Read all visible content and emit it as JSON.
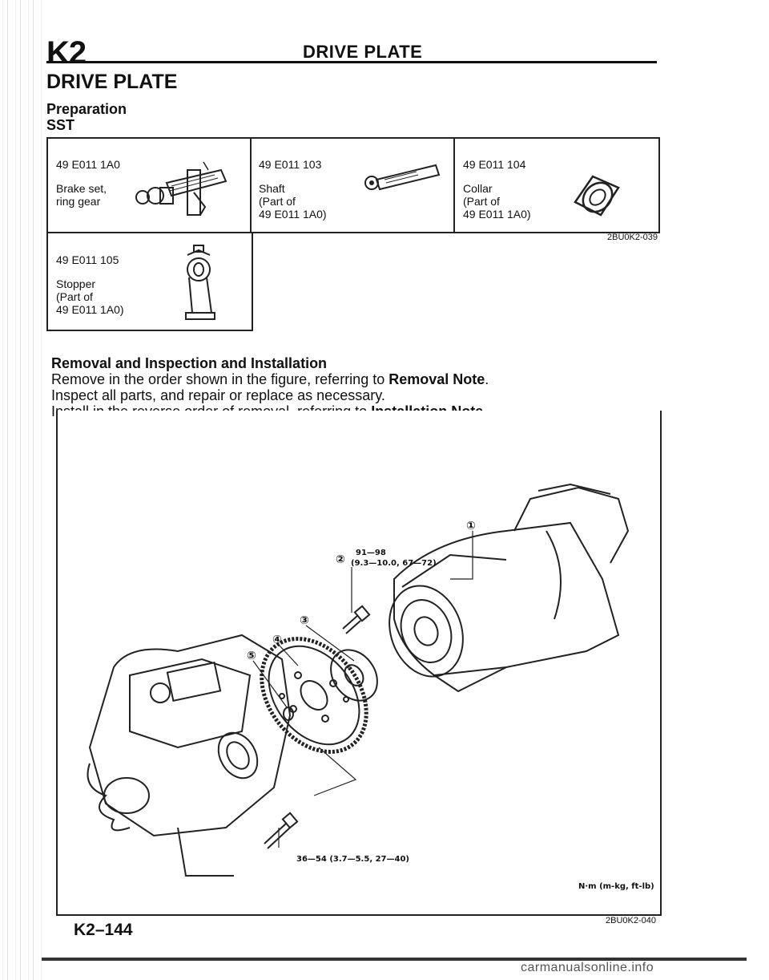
{
  "header": {
    "code": "K2",
    "title": "DRIVE PLATE"
  },
  "section_title": "DRIVE PLATE",
  "preparation": {
    "heading": "Preparation",
    "subheading": "SST"
  },
  "sst_tools": [
    {
      "number": "49 E011 1A0",
      "name_lines": [
        "Brake set,",
        "ring gear"
      ],
      "icon": "brake-set-icon"
    },
    {
      "number": "49 E011 103",
      "name_lines": [
        "Shaft",
        "(Part of",
        "49 E011 1A0)"
      ],
      "icon": "shaft-icon"
    },
    {
      "number": "49 E011 104",
      "name_lines": [
        "Collar",
        "(Part of",
        "49 E011 1A0)"
      ],
      "icon": "collar-icon"
    },
    {
      "number": "49 E011 105",
      "name_lines": [
        "Stopper",
        "(Part of",
        "49 E011 1A0)"
      ],
      "icon": "stopper-icon"
    }
  ],
  "sst_figure_ref": "2BU0K2-039",
  "procedure": {
    "title": "Removal and Inspection and Installation",
    "steps": [
      {
        "pre": "Remove in the order shown in the figure, referring to ",
        "bold": "Removal Note",
        "post": "."
      },
      {
        "pre": "Inspect all parts, and repair or replace as necessary.",
        "bold": "",
        "post": ""
      },
      {
        "pre": "Install in the reverse order of removal, referring to ",
        "bold": "Installation Note",
        "post": "."
      }
    ]
  },
  "diagram": {
    "callouts": [
      "①",
      "②",
      "③",
      "④",
      "⑤"
    ],
    "torque_upper_line1": "91—98",
    "torque_upper_line2": "(9.3—10.0, 67—72)",
    "torque_lower": "36—54 (3.7—5.5, 27—40)",
    "units": "N·m (m-kg, ft-lb)",
    "figure_ref": "2BU0K2-040"
  },
  "footer": {
    "page_code": "K2–144"
  },
  "watermark": "carmanualsonline.info"
}
